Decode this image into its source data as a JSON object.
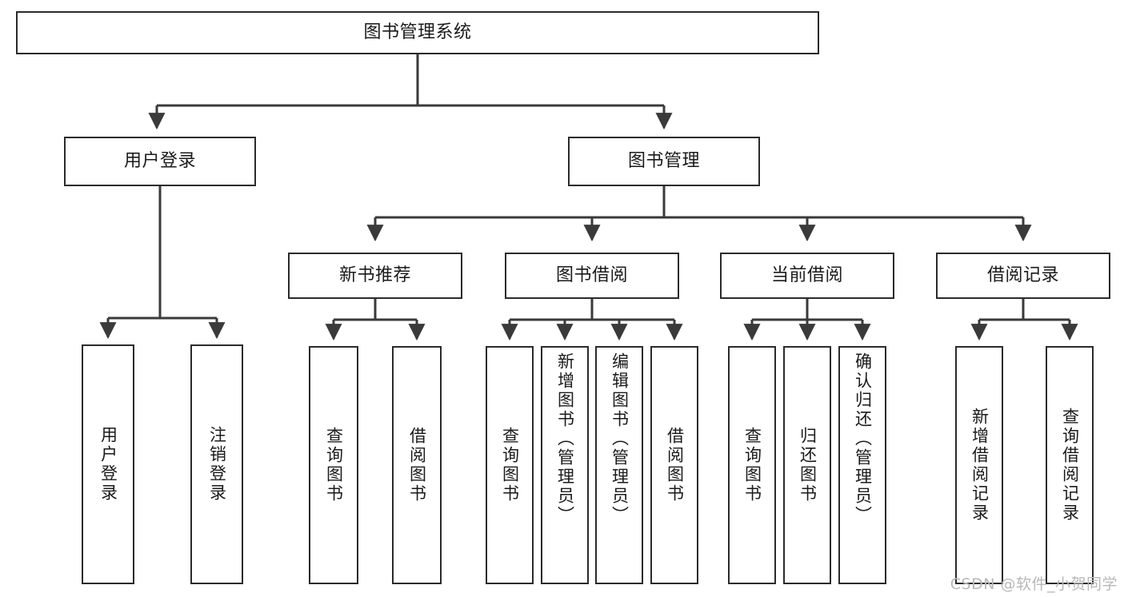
{
  "diagram": {
    "title": "图书管理系统",
    "type": "tree",
    "watermark": "CSDN @软件_小贺同学",
    "colors": {
      "box_border": "#2b2b2b",
      "box_fill": "#ffffff",
      "connector": "#3a3a3a",
      "text": "#1a1a1a",
      "watermark": "#b8b8b8",
      "background": "#ffffff"
    },
    "levels": [
      {
        "level": 1,
        "nodes": [
          {
            "id": "root",
            "label": "图书管理系统",
            "orientation": "horizontal"
          }
        ]
      },
      {
        "level": 2,
        "nodes": [
          {
            "id": "user-login",
            "label": "用户登录",
            "orientation": "horizontal",
            "parent": "root"
          },
          {
            "id": "book-manage",
            "label": "图书管理",
            "orientation": "horizontal",
            "parent": "root"
          }
        ]
      },
      {
        "level": 3,
        "nodes": [
          {
            "id": "new-book-recommend",
            "label": "新书推荐",
            "orientation": "horizontal",
            "parent": "book-manage"
          },
          {
            "id": "book-borrow",
            "label": "图书借阅",
            "orientation": "horizontal",
            "parent": "book-manage"
          },
          {
            "id": "current-borrow",
            "label": "当前借阅",
            "orientation": "horizontal",
            "parent": "book-manage"
          },
          {
            "id": "borrow-record",
            "label": "借阅记录",
            "orientation": "horizontal",
            "parent": "book-manage"
          }
        ]
      },
      {
        "level": 4,
        "nodes": [
          {
            "id": "leaf-user-login",
            "label": "用户登录",
            "orientation": "vertical",
            "parent": "user-login"
          },
          {
            "id": "leaf-user-logout",
            "label": "注销登录",
            "orientation": "vertical",
            "parent": "user-login"
          },
          {
            "id": "leaf-query-book-1",
            "label": "查询图书",
            "orientation": "vertical",
            "parent": "new-book-recommend"
          },
          {
            "id": "leaf-borrow-book-1",
            "label": "借阅图书",
            "orientation": "vertical",
            "parent": "new-book-recommend"
          },
          {
            "id": "leaf-query-book-2",
            "label": "查询图书",
            "orientation": "vertical",
            "parent": "book-borrow"
          },
          {
            "id": "leaf-add-book",
            "label": "新增图书（管理员）",
            "orientation": "vertical",
            "parent": "book-borrow"
          },
          {
            "id": "leaf-edit-book",
            "label": "编辑图书（管理员）",
            "orientation": "vertical",
            "parent": "book-borrow"
          },
          {
            "id": "leaf-borrow-book-2",
            "label": "借阅图书",
            "orientation": "vertical",
            "parent": "book-borrow"
          },
          {
            "id": "leaf-query-book-3",
            "label": "查询图书",
            "orientation": "vertical",
            "parent": "current-borrow"
          },
          {
            "id": "leaf-return-book",
            "label": "归还图书",
            "orientation": "vertical",
            "parent": "current-borrow"
          },
          {
            "id": "leaf-confirm-return",
            "label": "确认归还（管理员）",
            "orientation": "vertical",
            "parent": "current-borrow"
          },
          {
            "id": "leaf-add-record",
            "label": "新增借阅记录",
            "orientation": "vertical",
            "parent": "borrow-record"
          },
          {
            "id": "leaf-query-record",
            "label": "查询借阅记录",
            "orientation": "vertical",
            "parent": "borrow-record"
          }
        ]
      }
    ],
    "labels": {
      "root": "图书管理系统",
      "user_login": "用户登录",
      "book_manage": "图书管理",
      "new_book_recommend": "新书推荐",
      "book_borrow": "图书借阅",
      "current_borrow": "当前借阅",
      "borrow_record": "借阅记录",
      "leaf_user_login": "用户登录",
      "leaf_user_logout": "注销登录",
      "leaf_query_book_1": "查询图书",
      "leaf_borrow_book_1": "借阅图书",
      "leaf_query_book_2": "查询图书",
      "leaf_add_book": "新增图书（管理员）",
      "leaf_edit_book": "编辑图书（管理员）",
      "leaf_borrow_book_2": "借阅图书",
      "leaf_query_book_3": "查询图书",
      "leaf_return_book": "归还图书",
      "leaf_confirm_return": "确认归还（管理员）",
      "leaf_add_record": "新增借阅记录",
      "leaf_query_record": "查询借阅记录"
    }
  }
}
